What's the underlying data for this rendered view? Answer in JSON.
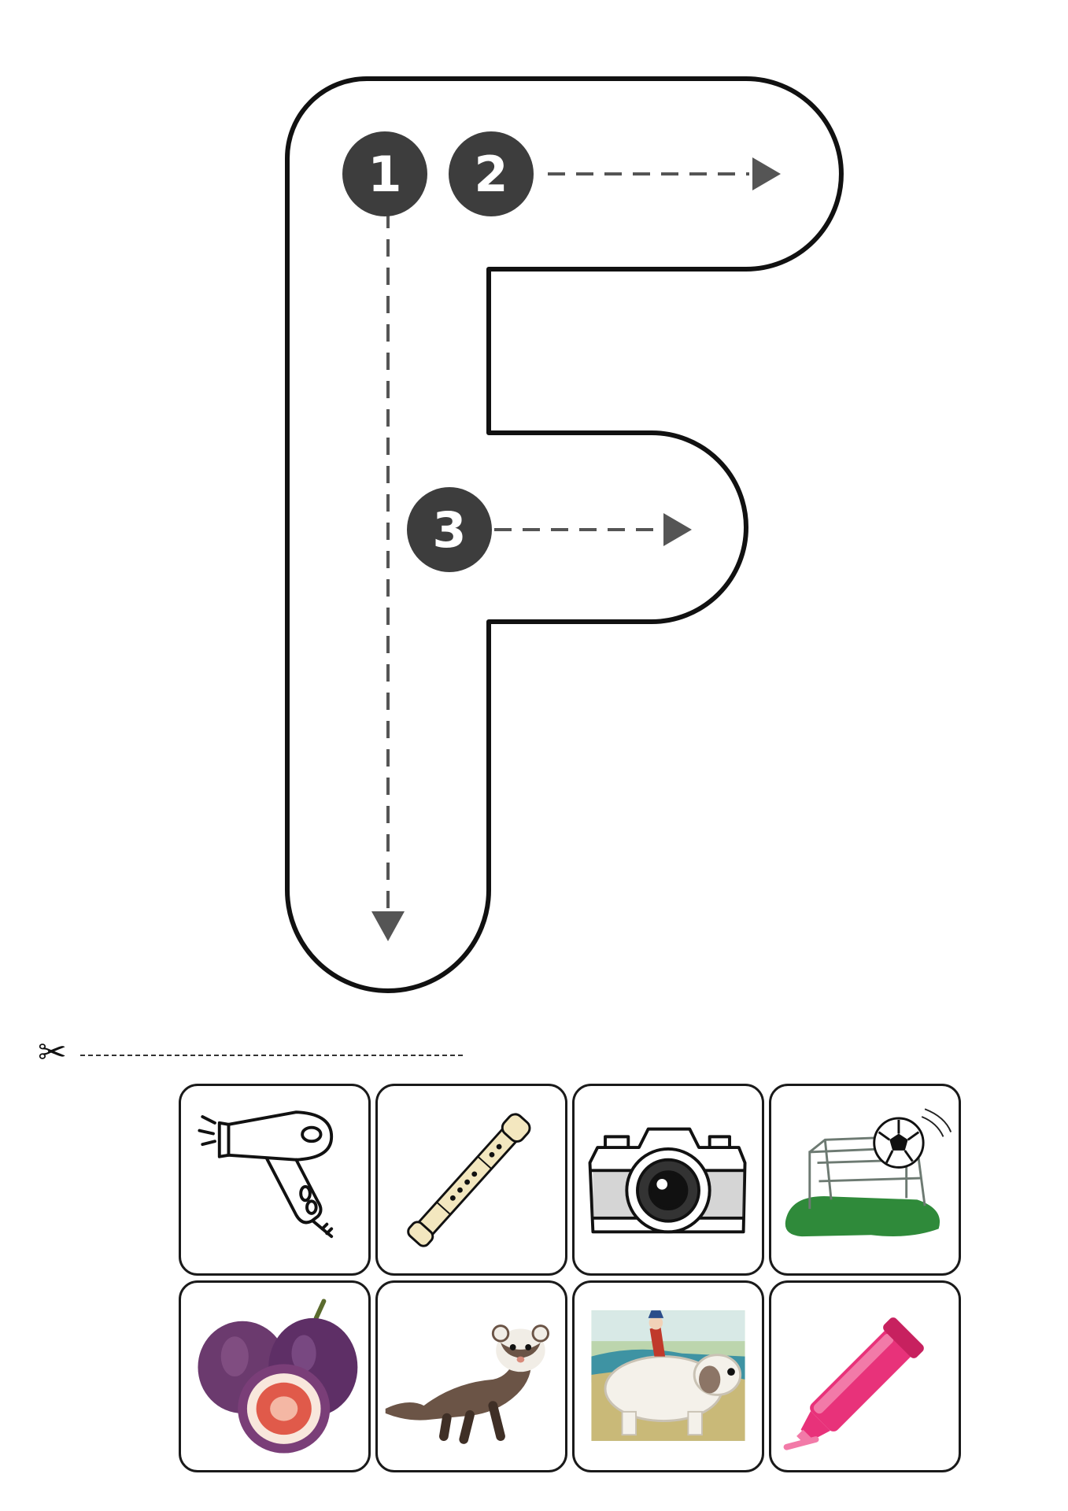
{
  "worksheet": {
    "letter": "F",
    "steps": [
      {
        "number": "1",
        "direction": "down"
      },
      {
        "number": "2",
        "direction": "right"
      },
      {
        "number": "3",
        "direction": "right"
      }
    ],
    "cut_guide_icon": "scissors-icon"
  },
  "cards": [
    {
      "icon": "hair-dryer-icon"
    },
    {
      "icon": "recorder-flute-icon"
    },
    {
      "icon": "camera-icon"
    },
    {
      "icon": "football-goal-icon"
    },
    {
      "icon": "figs-icon"
    },
    {
      "icon": "ferret-icon"
    },
    {
      "icon": "sheepdog-illustration-icon"
    },
    {
      "icon": "highlighter-icon"
    }
  ],
  "colors": {
    "outline": "#111111",
    "badge": "#3d3d3d",
    "guide": "#555555",
    "grass": "#2f8a3a",
    "fig": "#6b3a6e",
    "ferret": "#6b5446",
    "highlighter": "#e8327a"
  }
}
